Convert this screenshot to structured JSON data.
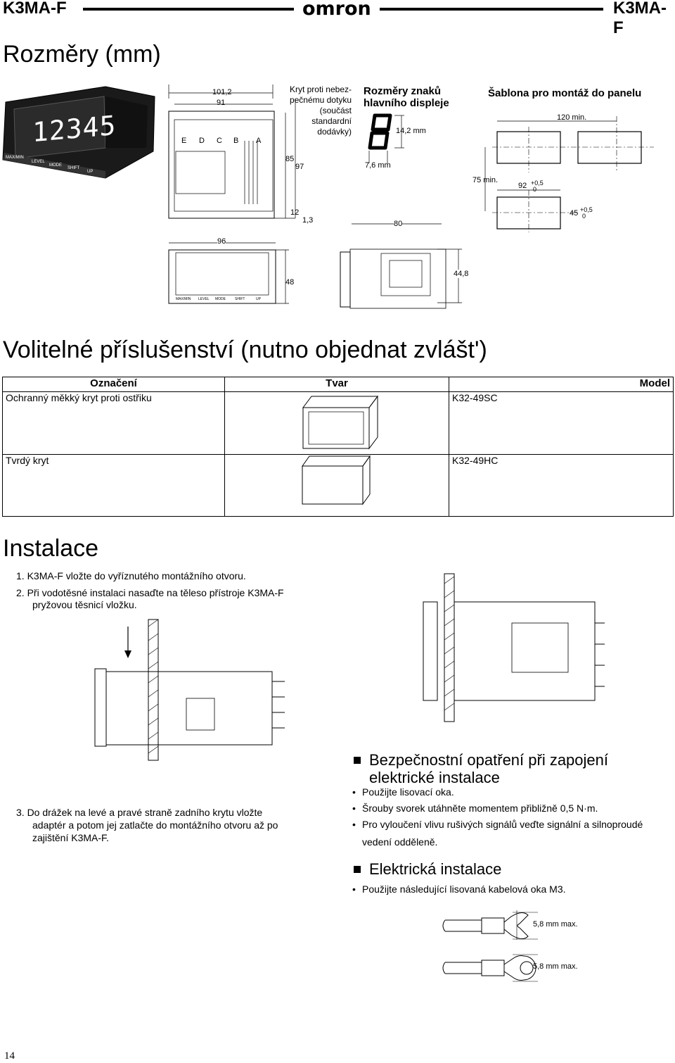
{
  "header": {
    "left": "K3MA-F",
    "logo": "omron",
    "right": "K3MA-F"
  },
  "dimensions": {
    "title": "Rozměry (mm)",
    "device_display": "12345",
    "front_buttons": [
      "MAX/MIN",
      "LEVEL",
      "MODE",
      "SHIFT",
      "UP"
    ],
    "terminal_letters": [
      "E",
      "D",
      "C",
      "B",
      "A"
    ],
    "dims": {
      "d1012": "101,2",
      "d91": "91",
      "d85": "85",
      "d97": "97",
      "d12": "12",
      "d13": "1,3",
      "d96": "96",
      "d48": "48",
      "d448": "44,8",
      "d80": "80",
      "d76": "7,6 mm",
      "d142": "14,2 mm",
      "d120": "120 min.",
      "d75": "75 min.",
      "d92": "92",
      "d45": "45",
      "tol_plus": "+0,5",
      "tol_zero": "0"
    },
    "cover_note": [
      "Kryt proti nebez-",
      "pečnému dotyku",
      "(součást",
      "standardní",
      "dodávky)"
    ],
    "char_title": [
      "Rozměry znaků",
      "hlavního displeje"
    ],
    "panel_title": "Šablona pro montáž do panelu"
  },
  "accessories": {
    "title": "Volitelné příslušenství (nutno objednat zvlášt')",
    "columns": [
      "Označení",
      "Tvar",
      "Model"
    ],
    "rows": [
      {
        "name": "Ochranný měkký kryt proti ostřiku",
        "model": "K32-49SC"
      },
      {
        "name": "Tvrdý kryt",
        "model": "K32-49HC"
      }
    ]
  },
  "install": {
    "title": "Instalace",
    "step1": "1. K3MA-F vložte do vyříznutého montážního otvoru.",
    "step2a": "2. Při vodotěsné instalaci nasaďte na těleso přístroje K3MA-F",
    "step2b": "pryžovou těsnicí vložku.",
    "step3a": "3. Do drážek na levé a pravé straně zadního krytu vložte",
    "step3b": "adaptér a potom jej zatlačte do montážního otvoru až po",
    "step3c": "zajištění K3MA-F."
  },
  "safety": {
    "title_a": "Bezpečnostní opatření při zapojení",
    "title_b": "elektrické instalace",
    "items": [
      "Použijte lisovací oka.",
      "Šrouby svorek utáhněte momentem přibližně 0,5 N·m.",
      "Pro vyloučení vlivu rušivých signálů veďte signální a silnoproudé",
      "vedení odděleně."
    ]
  },
  "electrical": {
    "title": "Elektrická instalace",
    "item": "Použijte následující lisovaná kabelová oka M3.",
    "fork_max": "5,8 mm max.",
    "ring_max": "5,8 mm max."
  },
  "page_number": "14"
}
